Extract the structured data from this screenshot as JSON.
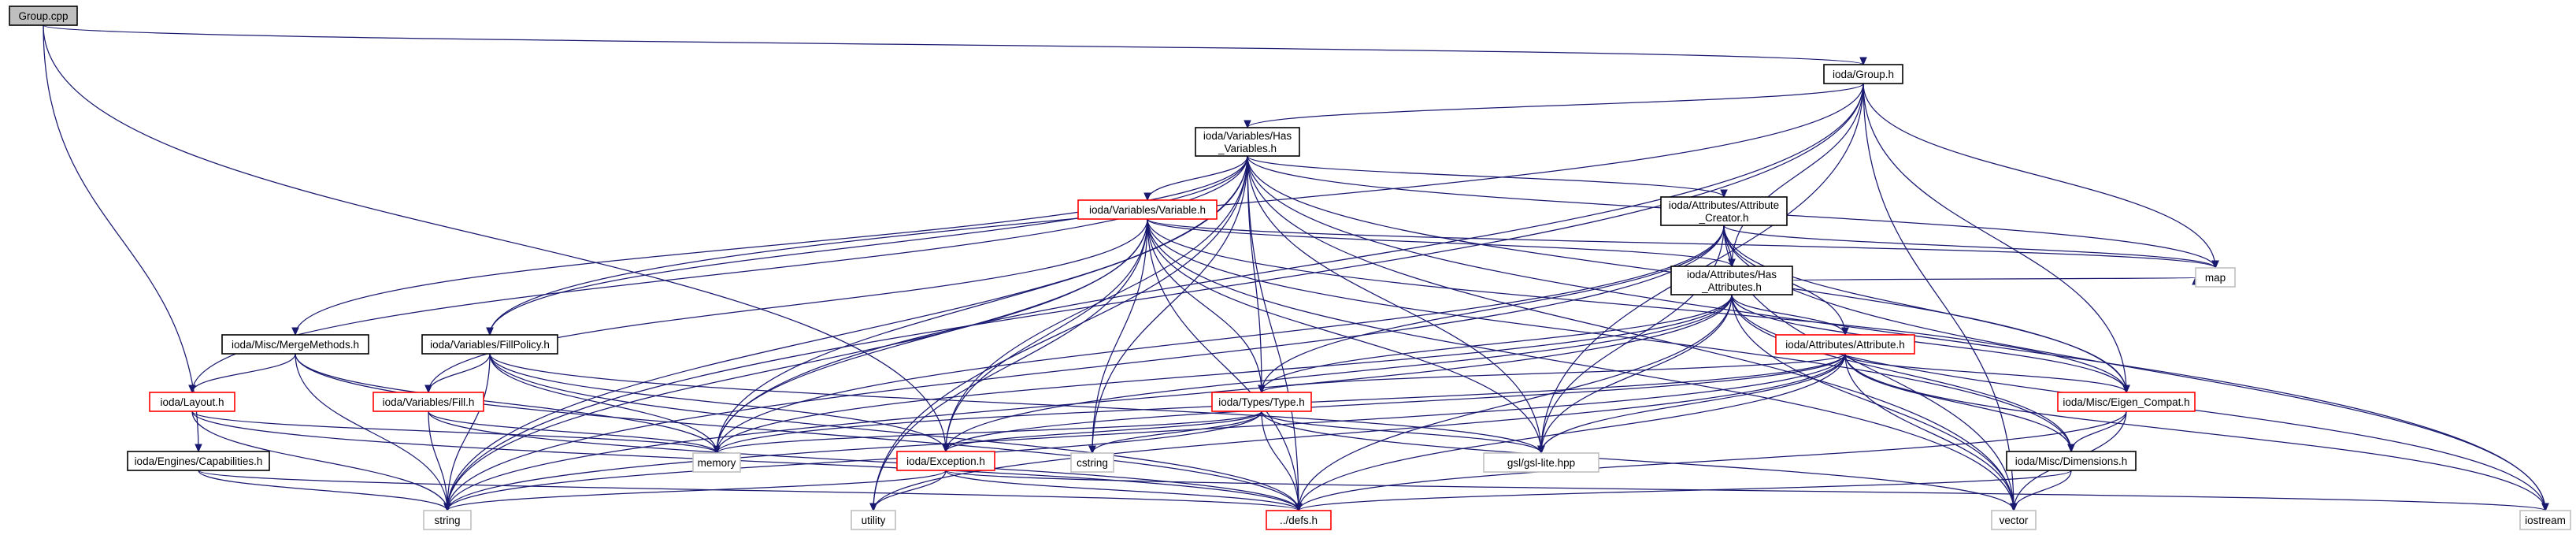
{
  "colors": {
    "edge": "#191970",
    "border_normal": "#000000",
    "border_truncated": "#ff0000",
    "border_external": "#bfbfbf",
    "root_fill": "#bfbfbf",
    "fill": "#ffffff",
    "text": "#000000"
  },
  "nodes": [
    {
      "id": "group_cpp",
      "lines": [
        "Group.cpp"
      ],
      "kind": "root"
    },
    {
      "id": "group_h",
      "lines": [
        "ioda/Group.h"
      ],
      "kind": "normal"
    },
    {
      "id": "has_variables",
      "lines": [
        "ioda/Variables/Has",
        "_Variables.h"
      ],
      "kind": "normal"
    },
    {
      "id": "variable_h",
      "lines": [
        "ioda/Variables/Variable.h"
      ],
      "kind": "truncated"
    },
    {
      "id": "attr_creator",
      "lines": [
        "ioda/Attributes/Attribute",
        "_Creator.h"
      ],
      "kind": "normal"
    },
    {
      "id": "has_attributes",
      "lines": [
        "ioda/Attributes/Has",
        "_Attributes.h"
      ],
      "kind": "normal"
    },
    {
      "id": "attribute_h",
      "lines": [
        "ioda/Attributes/Attribute.h"
      ],
      "kind": "truncated"
    },
    {
      "id": "merge_methods",
      "lines": [
        "ioda/Misc/MergeMethods.h"
      ],
      "kind": "normal"
    },
    {
      "id": "fill_policy",
      "lines": [
        "ioda/Variables/FillPolicy.h"
      ],
      "kind": "normal"
    },
    {
      "id": "layout_h",
      "lines": [
        "ioda/Layout.h"
      ],
      "kind": "truncated"
    },
    {
      "id": "fill_h",
      "lines": [
        "ioda/Variables/Fill.h"
      ],
      "kind": "truncated"
    },
    {
      "id": "type_h",
      "lines": [
        "ioda/Types/Type.h"
      ],
      "kind": "truncated"
    },
    {
      "id": "eigen_compat",
      "lines": [
        "ioda/Misc/Eigen_Compat.h"
      ],
      "kind": "truncated"
    },
    {
      "id": "capabilities",
      "lines": [
        "ioda/Engines/Capabilities.h"
      ],
      "kind": "normal"
    },
    {
      "id": "exception_h",
      "lines": [
        "ioda/Exception.h"
      ],
      "kind": "truncated"
    },
    {
      "id": "dimensions",
      "lines": [
        "ioda/Misc/Dimensions.h"
      ],
      "kind": "normal"
    },
    {
      "id": "gsl",
      "lines": [
        "gsl/gsl-lite.hpp"
      ],
      "kind": "external"
    },
    {
      "id": "memory",
      "lines": [
        "memory"
      ],
      "kind": "external"
    },
    {
      "id": "cstring",
      "lines": [
        "cstring"
      ],
      "kind": "external"
    },
    {
      "id": "map",
      "lines": [
        "map"
      ],
      "kind": "external"
    },
    {
      "id": "string",
      "lines": [
        "string"
      ],
      "kind": "external"
    },
    {
      "id": "utility",
      "lines": [
        "utility"
      ],
      "kind": "external"
    },
    {
      "id": "defs",
      "lines": [
        "../defs.h"
      ],
      "kind": "truncated"
    },
    {
      "id": "vector",
      "lines": [
        "vector"
      ],
      "kind": "external"
    },
    {
      "id": "iostream",
      "lines": [
        "iostream"
      ],
      "kind": "external"
    }
  ],
  "edges": [
    [
      "group_cpp",
      "group_h"
    ],
    [
      "group_cpp",
      "capabilities"
    ],
    [
      "group_cpp",
      "exception_h"
    ],
    [
      "group_h",
      "has_variables"
    ],
    [
      "group_h",
      "has_attributes"
    ],
    [
      "group_h",
      "fill_policy"
    ],
    [
      "group_h",
      "map"
    ],
    [
      "group_h",
      "memory"
    ],
    [
      "group_h",
      "string"
    ],
    [
      "group_h",
      "vector"
    ],
    [
      "group_h",
      "gsl"
    ],
    [
      "group_h",
      "eigen_compat"
    ],
    [
      "has_variables",
      "variable_h"
    ],
    [
      "has_variables",
      "attr_creator"
    ],
    [
      "has_variables",
      "merge_methods"
    ],
    [
      "has_variables",
      "fill_policy"
    ],
    [
      "has_variables",
      "layout_h"
    ],
    [
      "has_variables",
      "type_h"
    ],
    [
      "has_variables",
      "exception_h"
    ],
    [
      "has_variables",
      "gsl"
    ],
    [
      "has_variables",
      "memory"
    ],
    [
      "has_variables",
      "cstring"
    ],
    [
      "has_variables",
      "map"
    ],
    [
      "has_variables",
      "string"
    ],
    [
      "has_variables",
      "vector"
    ],
    [
      "has_variables",
      "iostream"
    ],
    [
      "has_variables",
      "utility"
    ],
    [
      "has_variables",
      "defs"
    ],
    [
      "has_variables",
      "eigen_compat"
    ],
    [
      "variable_h",
      "has_attributes"
    ],
    [
      "variable_h",
      "type_h"
    ],
    [
      "variable_h",
      "fill_h"
    ],
    [
      "variable_h",
      "exception_h"
    ],
    [
      "variable_h",
      "gsl"
    ],
    [
      "variable_h",
      "memory"
    ],
    [
      "variable_h",
      "cstring"
    ],
    [
      "variable_h",
      "string"
    ],
    [
      "variable_h",
      "vector"
    ],
    [
      "variable_h",
      "utility"
    ],
    [
      "variable_h",
      "defs"
    ],
    [
      "variable_h",
      "map"
    ],
    [
      "variable_h",
      "eigen_compat"
    ],
    [
      "variable_h",
      "dimensions"
    ],
    [
      "attr_creator",
      "has_attributes"
    ],
    [
      "attr_creator",
      "attribute_h"
    ],
    [
      "attr_creator",
      "type_h"
    ],
    [
      "attr_creator",
      "gsl"
    ],
    [
      "attr_creator",
      "memory"
    ],
    [
      "attr_creator",
      "string"
    ],
    [
      "attr_creator",
      "vector"
    ],
    [
      "attr_creator",
      "map"
    ],
    [
      "attr_creator",
      "iostream"
    ],
    [
      "attr_creator",
      "eigen_compat"
    ],
    [
      "has_attributes",
      "attribute_h"
    ],
    [
      "has_attributes",
      "type_h"
    ],
    [
      "has_attributes",
      "exception_h"
    ],
    [
      "has_attributes",
      "gsl"
    ],
    [
      "has_attributes",
      "memory"
    ],
    [
      "has_attributes",
      "string"
    ],
    [
      "has_attributes",
      "vector"
    ],
    [
      "has_attributes",
      "map"
    ],
    [
      "has_attributes",
      "defs"
    ],
    [
      "has_attributes",
      "dimensions"
    ],
    [
      "has_attributes",
      "eigen_compat"
    ],
    [
      "has_attributes",
      "iostream"
    ],
    [
      "attribute_h",
      "type_h"
    ],
    [
      "attribute_h",
      "exception_h"
    ],
    [
      "attribute_h",
      "eigen_compat"
    ],
    [
      "attribute_h",
      "dimensions"
    ],
    [
      "attribute_h",
      "gsl"
    ],
    [
      "attribute_h",
      "memory"
    ],
    [
      "attribute_h",
      "string"
    ],
    [
      "attribute_h",
      "vector"
    ],
    [
      "attribute_h",
      "defs"
    ],
    [
      "attribute_h",
      "iostream"
    ],
    [
      "attribute_h",
      "utility"
    ],
    [
      "merge_methods",
      "layout_h"
    ],
    [
      "merge_methods",
      "memory"
    ],
    [
      "merge_methods",
      "string"
    ],
    [
      "merge_methods",
      "defs"
    ],
    [
      "fill_policy",
      "fill_h"
    ],
    [
      "fill_policy",
      "exception_h"
    ],
    [
      "fill_policy",
      "gsl"
    ],
    [
      "fill_policy",
      "memory"
    ],
    [
      "fill_policy",
      "string"
    ],
    [
      "fill_policy",
      "defs"
    ],
    [
      "layout_h",
      "memory"
    ],
    [
      "layout_h",
      "string"
    ],
    [
      "layout_h",
      "defs"
    ],
    [
      "fill_h",
      "string"
    ],
    [
      "fill_h",
      "defs"
    ],
    [
      "fill_h",
      "memory"
    ],
    [
      "type_h",
      "exception_h"
    ],
    [
      "type_h",
      "gsl"
    ],
    [
      "type_h",
      "memory"
    ],
    [
      "type_h",
      "cstring"
    ],
    [
      "type_h",
      "string"
    ],
    [
      "type_h",
      "vector"
    ],
    [
      "type_h",
      "defs"
    ],
    [
      "eigen_compat",
      "dimensions"
    ],
    [
      "eigen_compat",
      "vector"
    ],
    [
      "eigen_compat",
      "defs"
    ],
    [
      "capabilities",
      "string"
    ],
    [
      "capabilities",
      "defs"
    ],
    [
      "exception_h",
      "string"
    ],
    [
      "exception_h",
      "utility"
    ],
    [
      "exception_h",
      "defs"
    ],
    [
      "exception_h",
      "iostream"
    ],
    [
      "dimensions",
      "vector"
    ],
    [
      "dimensions",
      "defs"
    ]
  ]
}
